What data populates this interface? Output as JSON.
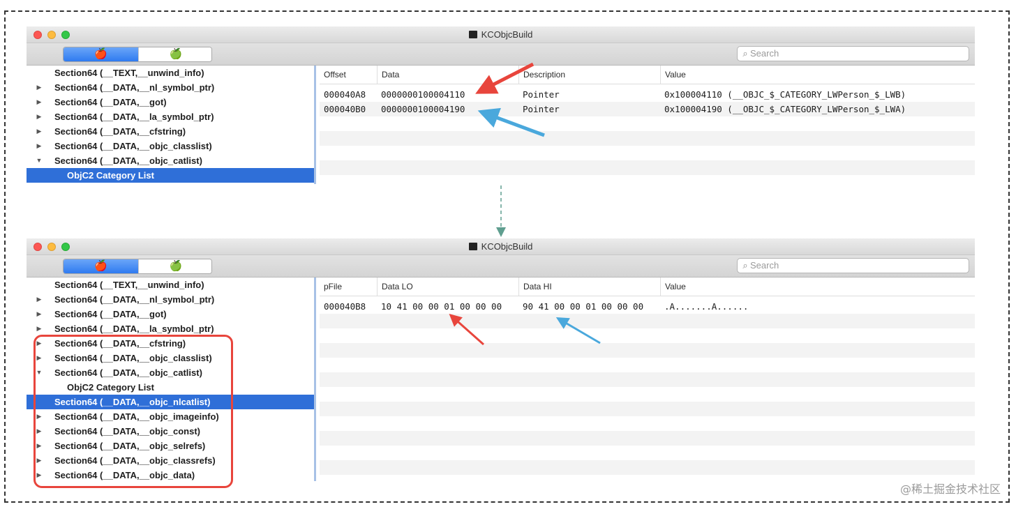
{
  "window_title": "KCObjcBuild",
  "search_placeholder": "Search",
  "icons": {
    "app_left": "apple-bomb-icon",
    "app_right": "apple-bomb-icon",
    "search": "magnifier-icon",
    "disclosure_collapsed": "triangle-right-icon",
    "disclosure_expanded": "triangle-down-icon"
  },
  "colors": {
    "selection": "#2f6fd8",
    "red_arrow": "#e8453c",
    "blue_arrow": "#4aa8dc",
    "flow_arrow": "#5f9e8f",
    "highlight_box": "#e8453c"
  },
  "top_window": {
    "sidebar": [
      {
        "label": "Section64 (__TEXT,__unwind_info)",
        "disclosure": "none"
      },
      {
        "label": "Section64 (__DATA,__nl_symbol_ptr)",
        "disclosure": "collapsed"
      },
      {
        "label": "Section64 (__DATA,__got)",
        "disclosure": "collapsed"
      },
      {
        "label": "Section64 (__DATA,__la_symbol_ptr)",
        "disclosure": "collapsed"
      },
      {
        "label": "Section64 (__DATA,__cfstring)",
        "disclosure": "collapsed"
      },
      {
        "label": "Section64 (__DATA,__objc_classlist)",
        "disclosure": "collapsed"
      },
      {
        "label": "Section64 (__DATA,__objc_catlist)",
        "disclosure": "expanded"
      },
      {
        "label": "ObjC2 Category List",
        "disclosure": "child",
        "selected": true
      }
    ],
    "columns": [
      "Offset",
      "Data",
      "Description",
      "Value"
    ],
    "rows": [
      [
        "000040A8",
        "0000000100004110",
        "Pointer",
        "0x100004110 (__OBJC_$_CATEGORY_LWPerson_$_LWB)"
      ],
      [
        "000040B0",
        "0000000100004190",
        "Pointer",
        "0x100004190 (__OBJC_$_CATEGORY_LWPerson_$_LWA)"
      ]
    ]
  },
  "bottom_window": {
    "sidebar": [
      {
        "label": "Section64 (__TEXT,__unwind_info)",
        "disclosure": "none"
      },
      {
        "label": "Section64 (__DATA,__nl_symbol_ptr)",
        "disclosure": "collapsed"
      },
      {
        "label": "Section64 (__DATA,__got)",
        "disclosure": "collapsed"
      },
      {
        "label": "Section64 (__DATA,__la_symbol_ptr)",
        "disclosure": "collapsed"
      },
      {
        "label": "Section64 (__DATA,__cfstring)",
        "disclosure": "collapsed"
      },
      {
        "label": "Section64 (__DATA,__objc_classlist)",
        "disclosure": "collapsed"
      },
      {
        "label": "Section64 (__DATA,__objc_catlist)",
        "disclosure": "expanded"
      },
      {
        "label": "ObjC2 Category List",
        "disclosure": "child"
      },
      {
        "label": "Section64 (__DATA,__objc_nlcatlist)",
        "disclosure": "none",
        "selected": true
      },
      {
        "label": "Section64 (__DATA,__objc_imageinfo)",
        "disclosure": "collapsed"
      },
      {
        "label": "Section64 (__DATA,__objc_const)",
        "disclosure": "collapsed"
      },
      {
        "label": "Section64 (__DATA,__objc_selrefs)",
        "disclosure": "collapsed"
      },
      {
        "label": "Section64 (__DATA,__objc_classrefs)",
        "disclosure": "collapsed"
      },
      {
        "label": "Section64 (__DATA,__objc_data)",
        "disclosure": "collapsed"
      }
    ],
    "columns": [
      "pFile",
      "Data LO",
      "Data HI",
      "Value"
    ],
    "rows": [
      [
        "000040B8",
        "10 41 00 00 01 00 00 00",
        "90 41 00 00 01 00 00 00",
        ".A.......A......"
      ]
    ]
  },
  "watermark": "@稀土掘金技术社区"
}
